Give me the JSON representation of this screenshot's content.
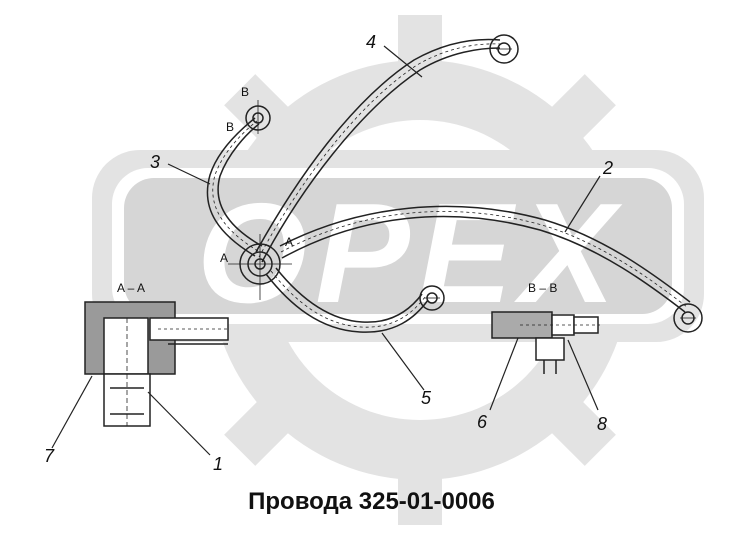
{
  "caption": "Провода 325-01-0006",
  "watermark": {
    "text": "OPEX",
    "color": "#d9d9d9"
  },
  "callouts": [
    "1",
    "2",
    "3",
    "4",
    "5",
    "6",
    "7",
    "8"
  ],
  "section_labels": {
    "aa": "A – A",
    "bb": "B – B",
    "a": "A",
    "b": "B"
  }
}
